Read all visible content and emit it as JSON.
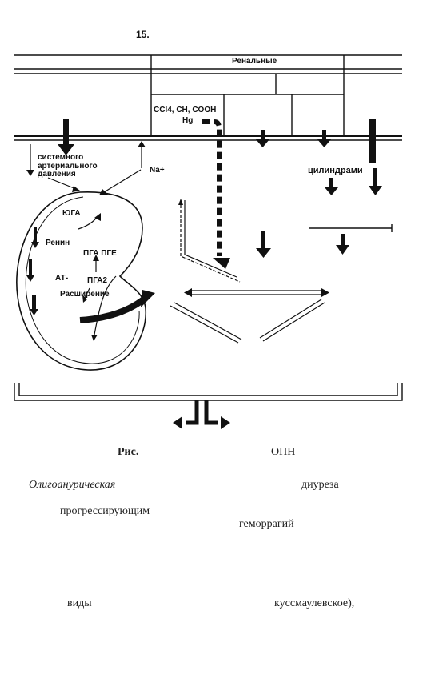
{
  "page_number": "15.",
  "diagram": {
    "header_label": "Ренальные",
    "toxins_line1": "CCl4, CH, COOH",
    "toxins_line2": "Hg",
    "systemic_pressure": "системного\nартериального\nдавления",
    "sodium": "Na+",
    "cylinders": "цилиндрами",
    "yuga": "ЮГА",
    "renin": "Ренин",
    "pga_pge": "ПГА ПГЕ",
    "at": "АТ-",
    "pga2": "ПГА2",
    "dilation": "Расширение"
  },
  "text": {
    "figure_label": "Рис.",
    "opn": "ОПН",
    "oliguric": "Олигоанурическая",
    "diuresis": "диуреза",
    "progressive": "прогрессирующим",
    "hemorrhages": "геморрагий",
    "types": "виды",
    "kussmaul": "куссмаулевское),"
  },
  "colors": {
    "ink": "#111111",
    "paper": "#ffffff"
  }
}
